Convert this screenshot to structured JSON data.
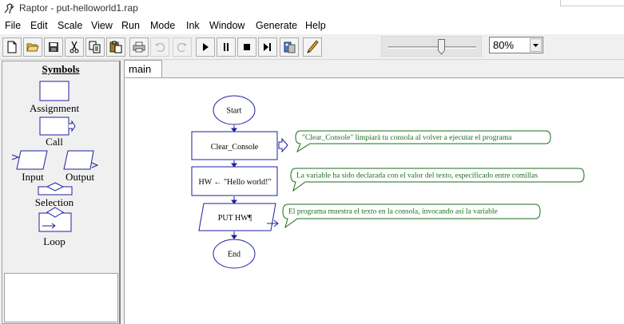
{
  "window": {
    "title": "Raptor - put-helloworld1.rap"
  },
  "menu": [
    "File",
    "Edit",
    "Scale",
    "View",
    "Run",
    "Mode",
    "Ink",
    "Window",
    "Generate",
    "Help"
  ],
  "toolbar": {
    "buttons": [
      "new-file-icon",
      "open-folder-icon",
      "save-disk-icon",
      "cut-icon",
      "copy-icon",
      "paste-icon",
      "print-icon",
      "undo-icon",
      "redo-icon",
      "play-icon",
      "pause-icon",
      "stop-icon",
      "step-icon",
      "test-server-icon",
      "pen-icon"
    ],
    "zoom": {
      "value": "80%",
      "slider_level": 0.6
    }
  },
  "symbols": {
    "title": "Symbols",
    "items": {
      "assignment": "Assignment",
      "call": "Call",
      "input": "Input",
      "output": "Output",
      "selection": "Selection",
      "loop": "Loop"
    }
  },
  "tabs": [
    "main"
  ],
  "flowchart": {
    "start": "Start",
    "step1": "Clear_Console",
    "step2": "HW ← \"Hello world!\"",
    "step3": "PUT HW¶",
    "end": "End",
    "comments": [
      "\"Clear_Console\" limpiará tu consola al volver a ejecutar el programa",
      "La variable ha sido declarada con el valor del texto, especificado entre comillas",
      "El programa muestra el texto en la consola, invocando así la variable"
    ]
  },
  "colors": {
    "flow_border": "#1f1fa0",
    "comment_green": "#1a6e1a",
    "canvas_bg": "#ffffff"
  }
}
